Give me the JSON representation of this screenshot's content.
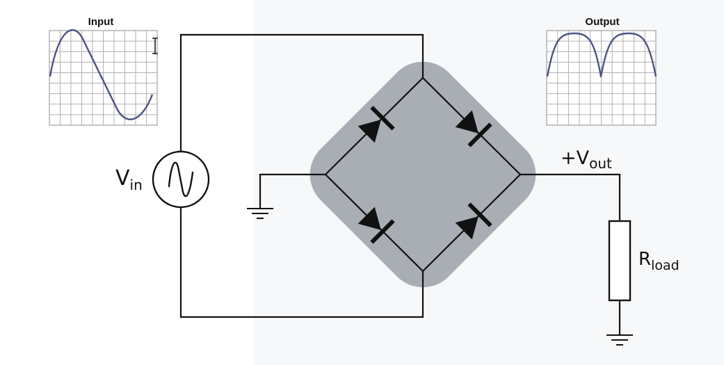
{
  "diagram": {
    "input_scope": {
      "title": "Input"
    },
    "output_scope": {
      "title": "Output"
    },
    "source_label": {
      "main": "V",
      "sub": "in"
    },
    "output_label": {
      "main": "+V",
      "sub": "out"
    },
    "load_label": {
      "main": "R",
      "sub": "load"
    },
    "colors": {
      "bridge_background": "#a9aeb4",
      "waveform": "#4b5384",
      "wire": "#111111",
      "grid": "#b0b0b0",
      "cursor": "#222222"
    },
    "icons": [
      "ac-source-icon",
      "ground-icon",
      "diode-icon",
      "resistor-icon",
      "text-cursor-icon"
    ]
  }
}
